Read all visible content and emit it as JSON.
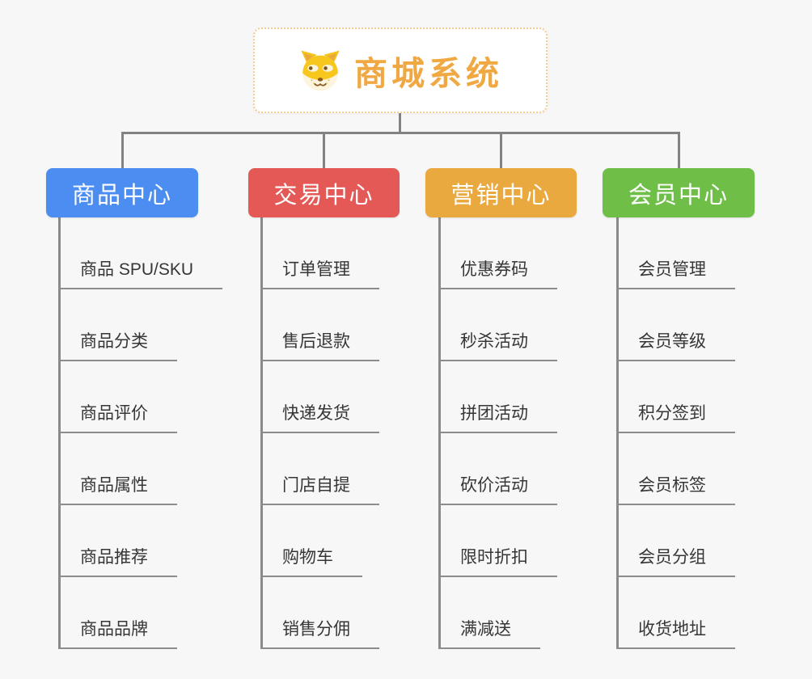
{
  "app": {
    "type": "mindmap-org-chart",
    "background_color": "#f7f7f7",
    "connector_color": "#828282"
  },
  "root": {
    "title": "商城系统",
    "icon": "dog-face-icon",
    "text_color": "#f0a843",
    "border_color": "#f2cd92"
  },
  "branches": [
    {
      "label": "商品中心",
      "color": "#4b8df0",
      "items": [
        "商品 SPU/SKU",
        "商品分类",
        "商品评价",
        "商品属性",
        "商品推荐",
        "商品品牌"
      ]
    },
    {
      "label": "交易中心",
      "color": "#e45956",
      "items": [
        "订单管理",
        "售后退款",
        "快递发货",
        "门店自提",
        "购物车",
        "销售分佣"
      ]
    },
    {
      "label": "营销中心",
      "color": "#eaa93f",
      "items": [
        "优惠券码",
        "秒杀活动",
        "拼团活动",
        "砍价活动",
        "限时折扣",
        "满减送"
      ]
    },
    {
      "label": "会员中心",
      "color": "#6fbe48",
      "items": [
        "会员管理",
        "会员等级",
        "积分签到",
        "会员标签",
        "会员分组",
        "收货地址"
      ]
    }
  ]
}
